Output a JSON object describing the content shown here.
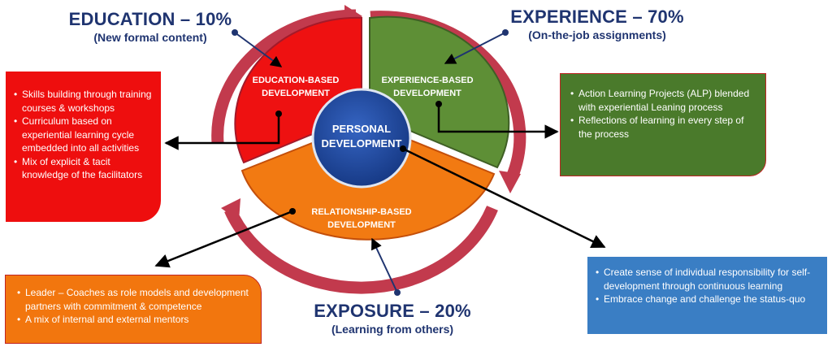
{
  "headings": {
    "education": {
      "title": "EDUCATION – 10%",
      "subtitle": "(New formal content)"
    },
    "experience": {
      "title": "EXPERIENCE – 70%",
      "subtitle": "(On-the-job assignments)"
    },
    "exposure": {
      "title": "EXPOSURE – 20%",
      "subtitle": "(Learning from others)"
    }
  },
  "segments": {
    "education": {
      "line1": "EDUCATION-BASED",
      "line2": "DEVELOPMENT",
      "color": "#ee1111"
    },
    "experience": {
      "line1": "EXPERIENCE-BASED",
      "line2": "DEVELOPMENT",
      "color": "#5e8f36"
    },
    "relationship": {
      "line1": "RELATIONSHIP-BASED",
      "line2": "DEVELOPMENT",
      "color": "#f27a12"
    }
  },
  "center": {
    "line1": "PERSONAL",
    "line2": "DEVELOPMENT",
    "color": "#214a9a"
  },
  "boxes": {
    "education": {
      "color": "#ee0e0e",
      "items": [
        "Skills building through training courses & workshops",
        "Curriculum based on experiential learning cycle embedded into all activities",
        "Mix of explicit & tacit knowledge of the facilitators"
      ]
    },
    "experience": {
      "color": "#4a7a2b",
      "items": [
        "Action Learning Projects (ALP) blended with experiential Leaning process",
        "Reflections of learning in every step of the process"
      ]
    },
    "exposure": {
      "color": "#f2760e",
      "items": [
        "Leader – Coaches as role models and development partners with commitment & competence",
        "A mix of internal and external mentors"
      ]
    },
    "relationship": {
      "color": "#3a7ec4",
      "items": [
        "Create sense of individual responsibility for self-development through continuous learning",
        "Embrace change and challenge the status-quo"
      ]
    }
  }
}
